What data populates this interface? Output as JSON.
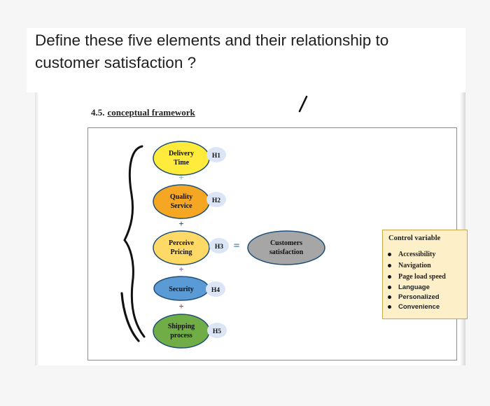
{
  "question": {
    "line1": "Define these five elements and their relationship to",
    "line2": "customer satisfaction ?"
  },
  "figure": {
    "section_number": "4.5.",
    "section_title": "conceptual framework",
    "elements": [
      {
        "line1": "Delivery",
        "line2": "Time",
        "hypothesis": "H1",
        "color": "#ffeb3b"
      },
      {
        "line1": "Quality",
        "line2": "Service",
        "hypothesis": "H2",
        "color": "#f5a623"
      },
      {
        "line1": "Perceive",
        "line2": "Pricing",
        "hypothesis": "H3",
        "color": "#ffd966"
      },
      {
        "line1": "Security",
        "line2": "",
        "hypothesis": "H4",
        "color": "#5b9bd5"
      },
      {
        "line1": "Shipping",
        "line2": "process",
        "hypothesis": "H5",
        "color": "#70ad47"
      }
    ],
    "equals_sign": "=",
    "outcome": {
      "line1": "Customers",
      "line2": "satisfaction",
      "color": "#a6a6a6"
    },
    "control": {
      "title": "Control variable",
      "items": [
        "Accessibility",
        "Navigation",
        "Page load speed",
        "Language",
        "Personalized",
        "Convenience"
      ]
    }
  }
}
